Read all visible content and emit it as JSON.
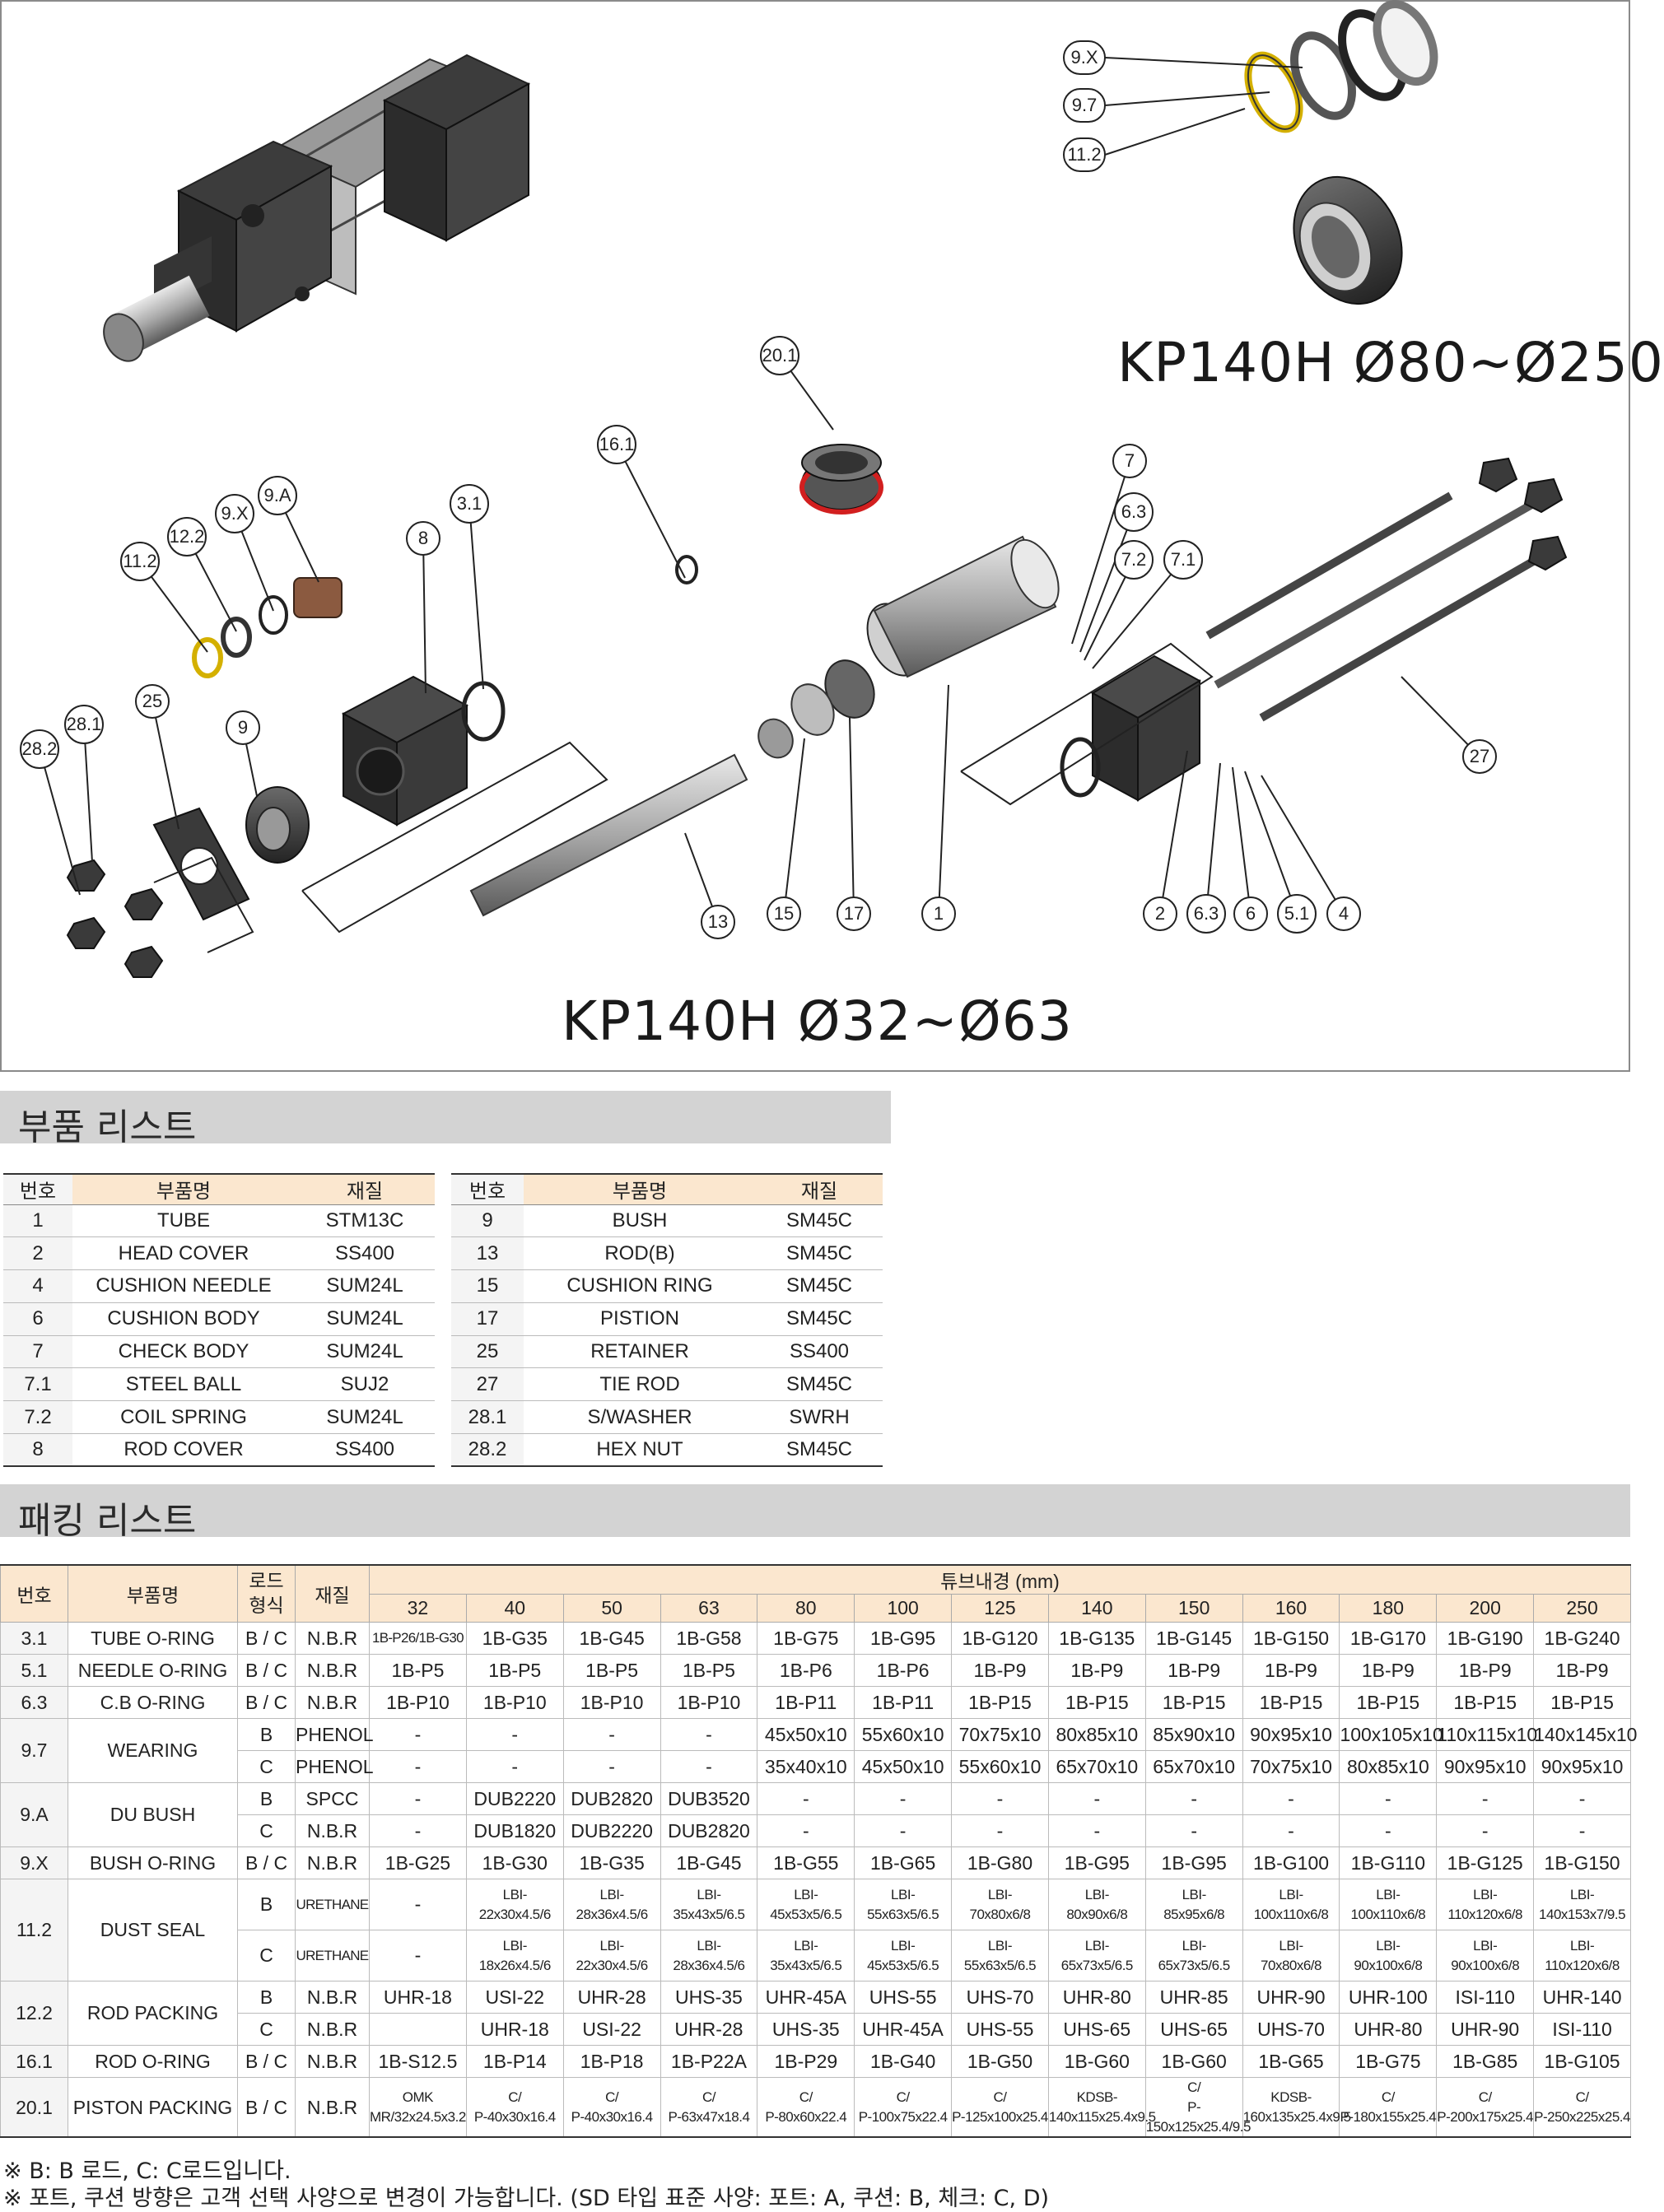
{
  "diagram": {
    "model_large": "KP140H Ø80~Ø250",
    "model_small": "KP140H Ø32~Ø63",
    "callouts_large": [
      "9.X",
      "9.7",
      "11.2"
    ],
    "callouts_small": [
      "20.1",
      "16.1",
      "7",
      "6.3",
      "7.2",
      "7.1",
      "27",
      "4",
      "5.1",
      "6",
      "6.3",
      "2",
      "1",
      "17",
      "15",
      "13",
      "3.1",
      "8",
      "9.A",
      "9.X",
      "12.2",
      "11.2",
      "9",
      "25",
      "28.1",
      "28.2"
    ]
  },
  "parts_section": {
    "title": "부품 리스트"
  },
  "parts_headers": {
    "no": "번호",
    "name": "부품명",
    "material": "재질"
  },
  "parts_left": [
    {
      "no": "1",
      "name": "TUBE",
      "material": "STM13C"
    },
    {
      "no": "2",
      "name": "HEAD COVER",
      "material": "SS400"
    },
    {
      "no": "4",
      "name": "CUSHION NEEDLE",
      "material": "SUM24L"
    },
    {
      "no": "6",
      "name": "CUSHION BODY",
      "material": "SUM24L"
    },
    {
      "no": "7",
      "name": "CHECK BODY",
      "material": "SUM24L"
    },
    {
      "no": "7.1",
      "name": "STEEL BALL",
      "material": "SUJ2"
    },
    {
      "no": "7.2",
      "name": "COIL SPRING",
      "material": "SUM24L"
    },
    {
      "no": "8",
      "name": "ROD COVER",
      "material": "SS400"
    }
  ],
  "parts_right": [
    {
      "no": "9",
      "name": "BUSH",
      "material": "SM45C"
    },
    {
      "no": "13",
      "name": "ROD(B)",
      "material": "SM45C"
    },
    {
      "no": "15",
      "name": "CUSHION RING",
      "material": "SM45C"
    },
    {
      "no": "17",
      "name": "PISTION",
      "material": "SM45C"
    },
    {
      "no": "25",
      "name": "RETAINER",
      "material": "SS400"
    },
    {
      "no": "27",
      "name": "TIE ROD",
      "material": "SM45C"
    },
    {
      "no": "28.1",
      "name": "S/WASHER",
      "material": "SWRH"
    },
    {
      "no": "28.2",
      "name": "HEX NUT",
      "material": "SM45C"
    }
  ],
  "packing_section": {
    "title": "패킹 리스트"
  },
  "packing_headers": {
    "no": "번호",
    "name": "부품명",
    "rod": "로드\n형식",
    "material": "재질",
    "tube": "튜브내경 (mm)",
    "sizes": [
      "32",
      "40",
      "50",
      "63",
      "80",
      "100",
      "125",
      "140",
      "150",
      "160",
      "180",
      "200",
      "250"
    ]
  },
  "packing": [
    {
      "no": "3.1",
      "name": "TUBE O-RING",
      "rows": [
        {
          "rod": "B / C",
          "mat": "N.B.R",
          "v": [
            "1B-P26/1B-G30",
            "1B-G35",
            "1B-G45",
            "1B-G58",
            "1B-G75",
            "1B-G95",
            "1B-G120",
            "1B-G135",
            "1B-G145",
            "1B-G150",
            "1B-G170",
            "1B-G190",
            "1B-G240"
          ]
        }
      ]
    },
    {
      "no": "5.1",
      "name": "NEEDLE O-RING",
      "rows": [
        {
          "rod": "B / C",
          "mat": "N.B.R",
          "v": [
            "1B-P5",
            "1B-P5",
            "1B-P5",
            "1B-P5",
            "1B-P6",
            "1B-P6",
            "1B-P9",
            "1B-P9",
            "1B-P9",
            "1B-P9",
            "1B-P9",
            "1B-P9",
            "1B-P9"
          ]
        }
      ]
    },
    {
      "no": "6.3",
      "name": "C.B O-RING",
      "rows": [
        {
          "rod": "B / C",
          "mat": "N.B.R",
          "v": [
            "1B-P10",
            "1B-P10",
            "1B-P10",
            "1B-P10",
            "1B-P11",
            "1B-P11",
            "1B-P15",
            "1B-P15",
            "1B-P15",
            "1B-P15",
            "1B-P15",
            "1B-P15",
            "1B-P15"
          ]
        }
      ]
    },
    {
      "no": "9.7",
      "name": "WEARING",
      "rows": [
        {
          "rod": "B",
          "mat": "PHENOL",
          "v": [
            "-",
            "-",
            "-",
            "-",
            "45x50x10",
            "55x60x10",
            "70x75x10",
            "80x85x10",
            "85x90x10",
            "90x95x10",
            "100x105x10",
            "110x115x10",
            "140x145x10"
          ]
        },
        {
          "rod": "C",
          "mat": "PHENOL",
          "v": [
            "-",
            "-",
            "-",
            "-",
            "35x40x10",
            "45x50x10",
            "55x60x10",
            "65x70x10",
            "65x70x10",
            "70x75x10",
            "80x85x10",
            "90x95x10",
            "90x95x10"
          ]
        }
      ]
    },
    {
      "no": "9.A",
      "name": "DU BUSH",
      "rows": [
        {
          "rod": "B",
          "mat": "SPCC",
          "v": [
            "-",
            "DUB2220",
            "DUB2820",
            "DUB3520",
            "-",
            "-",
            "-",
            "-",
            "-",
            "-",
            "-",
            "-",
            "-"
          ]
        },
        {
          "rod": "C",
          "mat": "N.B.R",
          "v": [
            "-",
            "DUB1820",
            "DUB2220",
            "DUB2820",
            "-",
            "-",
            "-",
            "-",
            "-",
            "-",
            "-",
            "-",
            "-"
          ]
        }
      ]
    },
    {
      "no": "9.X",
      "name": "BUSH O-RING",
      "rows": [
        {
          "rod": "B / C",
          "mat": "N.B.R",
          "v": [
            "1B-G25",
            "1B-G30",
            "1B-G35",
            "1B-G45",
            "1B-G55",
            "1B-G65",
            "1B-G80",
            "1B-G95",
            "1B-G95",
            "1B-G100",
            "1B-G110",
            "1B-G125",
            "1B-G150"
          ]
        }
      ]
    },
    {
      "no": "11.2",
      "name": "DUST SEAL",
      "rows": [
        {
          "rod": "B",
          "mat": "URETHANE",
          "v": [
            "-",
            "LBI-\n22x30x4.5/6",
            "LBI-\n28x36x4.5/6",
            "LBI-\n35x43x5/6.5",
            "LBI-\n45x53x5/6.5",
            "LBI-\n55x63x5/6.5",
            "LBI-\n70x80x6/8",
            "LBI-\n80x90x6/8",
            "LBI-\n85x95x6/8",
            "LBI-\n100x110x6/8",
            "LBI-\n100x110x6/8",
            "LBI-\n110x120x6/8",
            "LBI-\n140x153x7/9.5"
          ]
        },
        {
          "rod": "C",
          "mat": "URETHANE",
          "v": [
            "-",
            "LBI-\n18x26x4.5/6",
            "LBI-\n22x30x4.5/6",
            "LBI-\n28x36x4.5/6",
            "LBI-\n35x43x5/6.5",
            "LBI-\n45x53x5/6.5",
            "LBI-\n55x63x5/6.5",
            "LBI-\n65x73x5/6.5",
            "LBI-\n65x73x5/6.5",
            "LBI-\n70x80x6/8",
            "LBI-\n90x100x6/8",
            "LBI-\n90x100x6/8",
            "LBI-\n110x120x6/8"
          ]
        }
      ]
    },
    {
      "no": "12.2",
      "name": "ROD PACKING",
      "rows": [
        {
          "rod": "B",
          "mat": "N.B.R",
          "v": [
            "UHR-18",
            "USI-22",
            "UHR-28",
            "UHS-35",
            "UHR-45A",
            "UHS-55",
            "UHS-70",
            "UHR-80",
            "UHR-85",
            "UHR-90",
            "UHR-100",
            "ISI-110",
            "UHR-140"
          ]
        },
        {
          "rod": "C",
          "mat": "N.B.R",
          "v": [
            "",
            "UHR-18",
            "USI-22",
            "UHR-28",
            "UHS-35",
            "UHR-45A",
            "UHS-55",
            "UHS-65",
            "UHS-65",
            "UHS-70",
            "UHR-80",
            "UHR-90",
            "ISI-110"
          ]
        }
      ]
    },
    {
      "no": "16.1",
      "name": "ROD O-RING",
      "rows": [
        {
          "rod": "B / C",
          "mat": "N.B.R",
          "v": [
            "1B-S12.5",
            "1B-P14",
            "1B-P18",
            "1B-P22A",
            "1B-P29",
            "1B-G40",
            "1B-G50",
            "1B-G60",
            "1B-G60",
            "1B-G65",
            "1B-G75",
            "1B-G85",
            "1B-G105"
          ]
        }
      ]
    },
    {
      "no": "20.1",
      "name": "PISTON PACKING",
      "rows": [
        {
          "rod": "B / C",
          "mat": "N.B.R",
          "v": [
            "OMK\nMR/32x24.5x3.2",
            "C/\nP-40x30x16.4",
            "C/\nP-40x30x16.4",
            "C/\nP-63x47x18.4",
            "C/\nP-80x60x22.4",
            "C/\nP-100x75x22.4",
            "C/\nP-125x100x25.4",
            "KDSB-\n140x115x25.4x9.5",
            "C/\nP-150x125x25.4/9.5",
            "KDSB-\n160x135x25.4x9.5",
            "C/\nP-180x155x25.4",
            "C/\nP-200x175x25.4",
            "C/\nP-250x225x25.4"
          ]
        }
      ]
    }
  ],
  "notes": [
    "※ B: B 로드, C: C로드입니다.",
    "※ 포트, 쿠션 방향은 고객 선택 사양으로 변경이 가능합니다. (SD 타입 표준 사양: 포트: A, 쿠션: B, 체크: C, D)"
  ]
}
